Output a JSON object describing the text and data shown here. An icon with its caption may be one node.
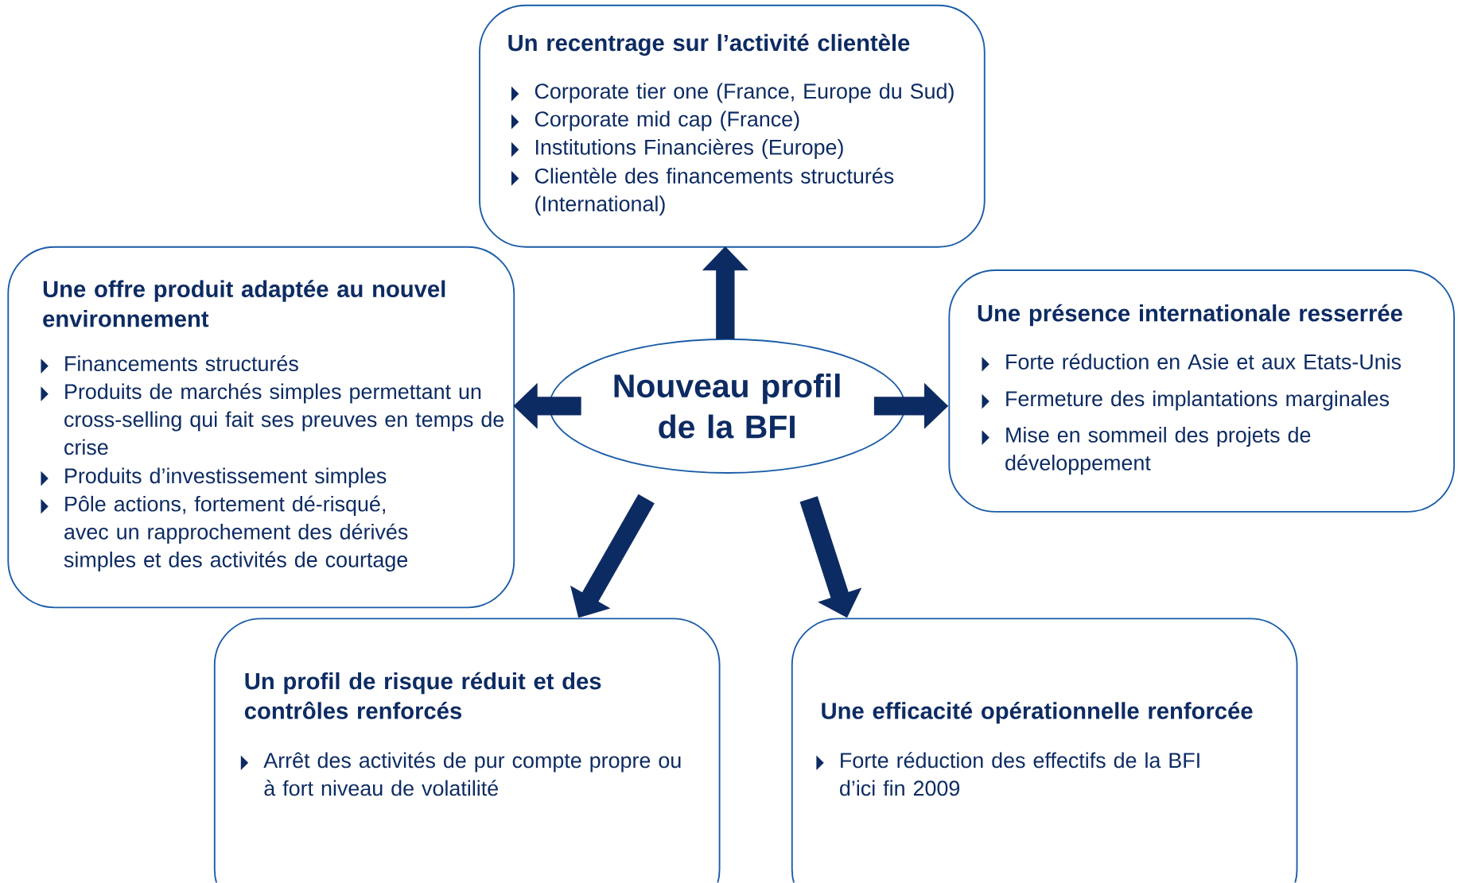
{
  "diagram": {
    "nodes": [
      {
        "text": [
          "Nouveau profil de la BFI"
        ]
      },
      {
        "text": [
          "Un recentrage sur l’activité clientèle",
          "Corporate tier one (France, Europe du Sud)",
          "Corporate mid cap (France)",
          "Institutions Financières (Europe)",
          "Clientèle des financements structurés (International)"
        ]
      },
      {
        "text": [
          "Une offre produit adaptée au nouvel environnement",
          "Financements structurés",
          "Produits de marchés simples permettant un cross-selling qui fait ses preuves en temps de crise",
          "Produits d’investissement simples",
          "Pôle actions, fortement dé-risqué, avec un rapprochement des dérivés simples et des activités de courtage"
        ]
      },
      {
        "text": [
          "Une présence internationale resserrée",
          "Forte réduction en Asie et aux Etats-Unis",
          "Fermeture des implantations marginales",
          "Mise en sommeil des projets de développement"
        ]
      },
      {
        "text": [
          "Un profil de risque réduit et des contrôles renforcés",
          "Arrêt des activités de pur compte propre ou à fort niveau de volatilité"
        ]
      },
      {
        "text": [
          "Une efficacité opérationnelle renforcée",
          "Forte réduction des effectifs de la BFI d’ici fin 2009"
        ]
      }
    ],
    "edges": [
      {
        "from": 0,
        "to": 1,
        "arrow": "to"
      },
      {
        "from": 0,
        "to": 2,
        "arrow": "to"
      },
      {
        "from": 0,
        "to": 3,
        "arrow": "to"
      },
      {
        "from": 0,
        "to": 4,
        "arrow": "to"
      },
      {
        "from": 0,
        "to": 5,
        "arrow": "to"
      }
    ]
  }
}
